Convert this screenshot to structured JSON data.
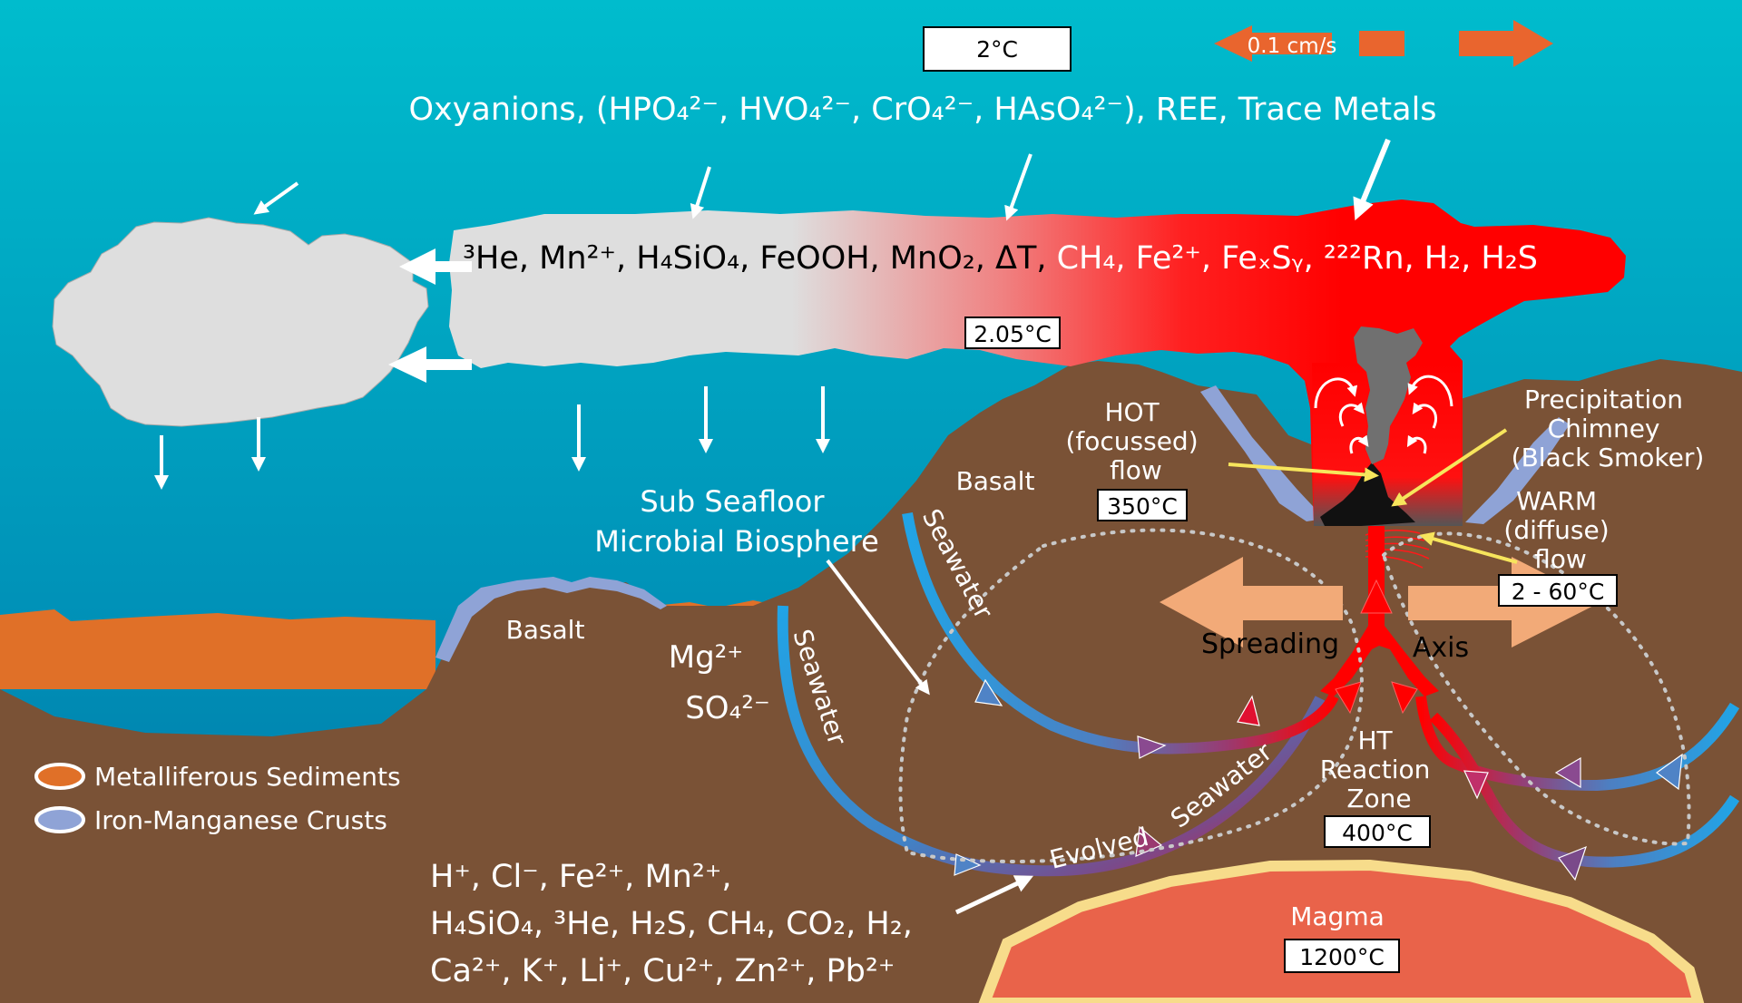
{
  "legend": {
    "sediments": "Metalliferous Sediments",
    "crusts": "Iron-Manganese Crusts"
  },
  "temperatures": {
    "top": "2°C",
    "plume": "2.05°C",
    "hot": "350°C",
    "warm": "2 - 60°C",
    "reaction": "400°C",
    "magma": "1200°C"
  },
  "velocity_scale": "0.1 cm/s",
  "seawater_input": "Oxyanions, (HPO₄²⁻, HVO₄²⁻, CrO₄²⁻, HAsO₄²⁻), REE, Trace Metals",
  "plume_species": {
    "part1": "³He, Mn²⁺, H₄SiO₄, FeOOH, MnO₂, ΔT, ",
    "part2": "CH₄, Fe²⁺, FeₓSᵧ, ²²²Rn, H₂, H₂S"
  },
  "labels": {
    "basalt": "Basalt",
    "hot_flow": [
      "HOT",
      "(focussed)",
      "flow"
    ],
    "chimney": [
      "Precipitation",
      "Chimney",
      "(Black Smoker)"
    ],
    "warm_flow": [
      "WARM",
      "(diffuse)",
      "flow"
    ],
    "biosphere": [
      "Sub Seafloor",
      "Microbial Biosphere"
    ],
    "mg": "Mg²⁺",
    "so4": "SO₄²⁻",
    "seawater": "Seawater",
    "evolved": "Evolved",
    "spreading": "Spreading",
    "axis": "Axis",
    "reaction_zone": [
      "HT",
      "Reaction",
      "Zone"
    ],
    "magma": "Magma"
  },
  "fluid_species": [
    "H⁺, Cl⁻, Fe²⁺, Mn²⁺,",
    "H₄SiO₄, ³He, H₂S, CH₄, CO₂, H₂,",
    "Ca²⁺, K⁺, Li⁺, Cu²⁺, Zn²⁺, Pb²⁺"
  ],
  "colors": {
    "ocean_top": "#00bccd",
    "ocean_bottom": "#0073a4",
    "crust": "#7a5236",
    "sediment": "#e07028",
    "fe_mn_crust": "#8fa3d6",
    "plume_hot": "#ff0000",
    "plume_cold": "#dedede",
    "magma": "#e9634a",
    "magma_rim": "#f7dc8b",
    "seawater": "#21a4e6",
    "axis_arrow": "#f2aa78",
    "scale_arrow": "#e9652e",
    "pointer": "#f7e55c"
  }
}
